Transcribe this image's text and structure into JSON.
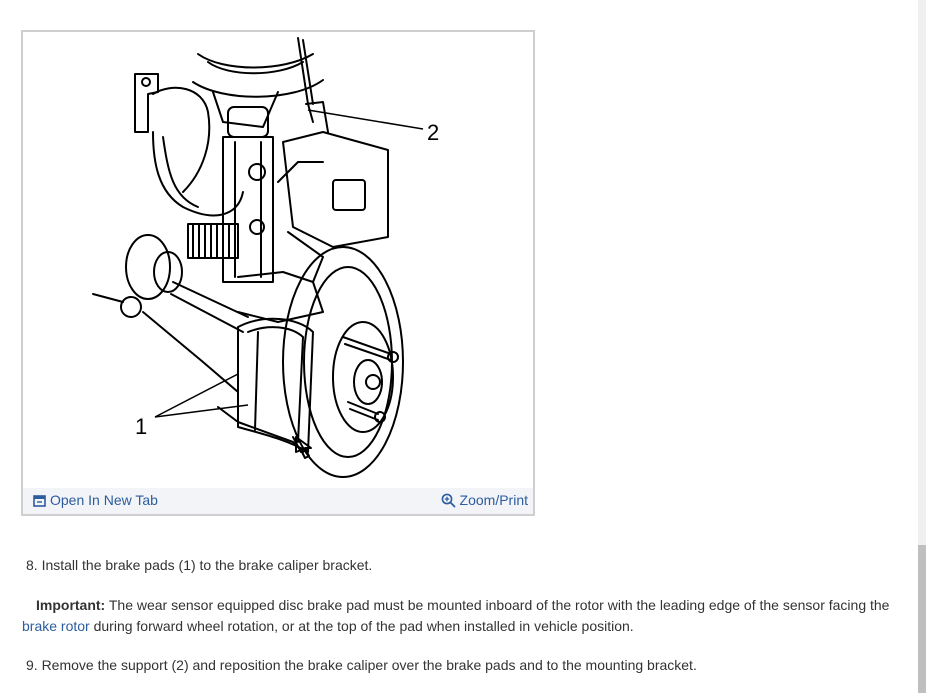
{
  "figure": {
    "callout_1": "1",
    "callout_2": "2",
    "toolbar": {
      "open_new_tab": "Open In New Tab",
      "zoom_print": "Zoom/Print"
    },
    "icons": {
      "open_new_tab": "new-window-icon",
      "zoom_print": "magnifier-plus-icon"
    }
  },
  "content": {
    "step8": "8. Install the brake pads (1) to the brake caliper bracket.",
    "important_label": "Important:",
    "important_text_before": " The wear sensor equipped disc brake pad must be mounted inboard of the rotor with the leading edge of the sensor facing the ",
    "important_link": "brake rotor",
    "important_text_after": " during forward wheel rotation, or at the top of the pad when installed in vehicle position.",
    "step9": "9. Remove the support (2) and reposition the brake caliper over the brake pads and to the mounting bracket."
  },
  "colors": {
    "link": "#2c5d9e",
    "text": "#333333",
    "toolbar_bg": "#f2f4f7",
    "border": "#cfcfcf"
  }
}
